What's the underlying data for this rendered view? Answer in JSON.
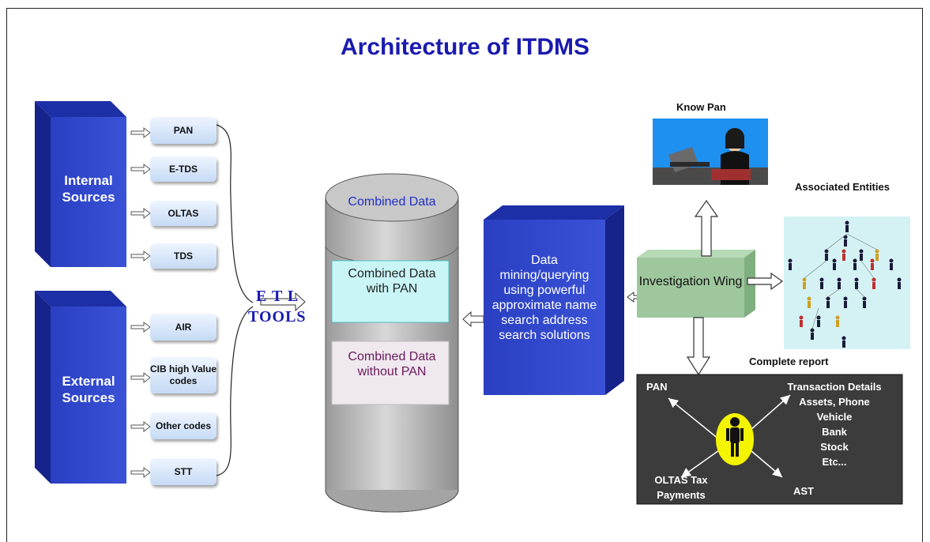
{
  "title": "Architecture of ITDMS",
  "internal_sources": {
    "label": "Internal Sources",
    "items": [
      "PAN",
      "E-TDS",
      "OLTAS",
      "TDS"
    ]
  },
  "external_sources": {
    "label": "External Sources",
    "items": [
      "AIR",
      "CIB high Value codes",
      "Other codes",
      "STT"
    ]
  },
  "etl": {
    "line1": "E T L",
    "line2": "TOOLS"
  },
  "cylinder": {
    "top": "Combined Data",
    "with_pan": "Combined Data with PAN",
    "without_pan": "Combined Data without PAN"
  },
  "data_mining": "Data mining/querying using powerful approximate name search address search solutions",
  "investigation_wing": "Investigation Wing",
  "know_pan": "Know Pan",
  "associated_entities": "Associated Entities",
  "complete_report": {
    "label": "Complete report",
    "pan": "PAN",
    "details": [
      "Transaction Details",
      "Assets, Phone",
      "Vehicle",
      "Bank",
      "Stock",
      "Etc..."
    ],
    "oltas": "OLTAS Tax Payments",
    "ast": "AST"
  },
  "colors": {
    "title": "#1a1ab0",
    "box_front": "#2a3fc2",
    "box_side": "#16238a",
    "cylinder": "#b9b9b9",
    "investigation": "#9ec79e",
    "report_bg": "#3c3c3c"
  }
}
